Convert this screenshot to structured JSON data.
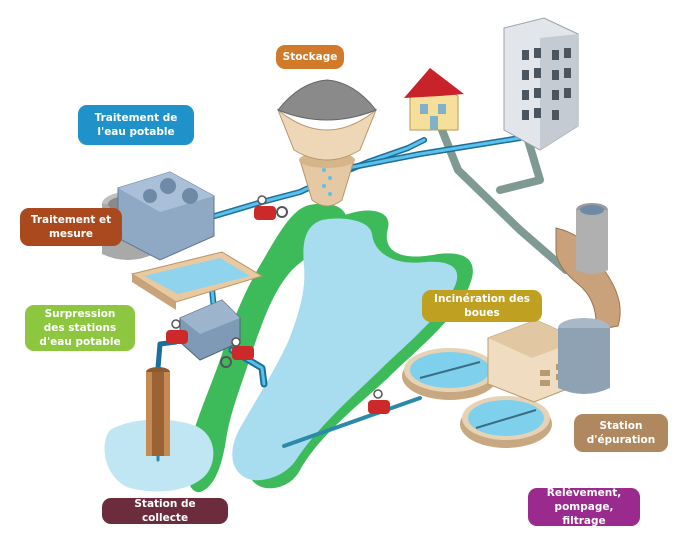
{
  "labels": {
    "stockage": "Stockage",
    "traitement_potable": "Traitement de l'eau potable",
    "traitement_mesure": "Traitement et mesure",
    "surpression": "Surpression des stations d'eau potable",
    "collecte": "Station de collecte",
    "incineration": "Incinération des boues",
    "epuration": "Station d'épuration",
    "relevement": "Relèvement, pompage, filtrage"
  },
  "colors": {
    "stockage": "#d07a2a",
    "traitement_potable": "#1f93c9",
    "traitement_mesure": "#a9491d",
    "surpression": "#8dc63f",
    "collecte": "#6b2d3e",
    "incineration": "#c0a020",
    "epuration": "#b08860",
    "relevement": "#9b2a8e",
    "water_river": "#a8dcef",
    "water_bank": "#3dbb5a",
    "potable_pipe": "#3aa6d8",
    "waste_pipe": "#7f9a92",
    "valve": "#cc2a2a"
  }
}
